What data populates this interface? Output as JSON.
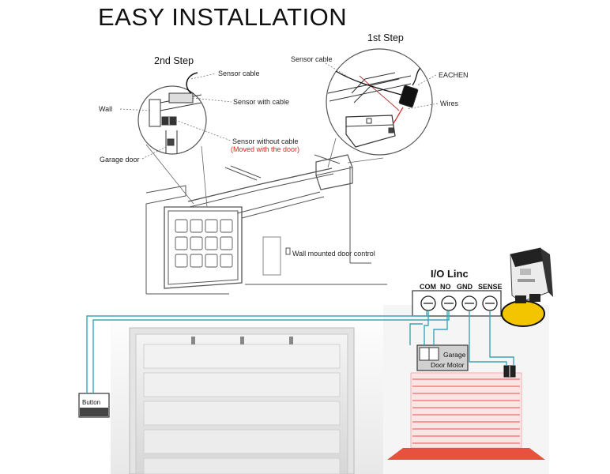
{
  "title": "EASY INSTALLATION",
  "step1": {
    "heading": "1st Step",
    "sensor_cable": "Sensor cable",
    "brand": "EACHEN",
    "wires": "Wires"
  },
  "step2": {
    "heading": "2nd Step",
    "sensor_cable": "Sensor cable",
    "wall": "Wall",
    "sensor_with_cable": "Sensor with cable",
    "sensor_without_cable": "Sensor without cable",
    "moved_note": "(Moved with the door)",
    "garage_door": "Garage door"
  },
  "wall_control": "Wall mounted door control",
  "wiring": {
    "module_name": "I/O Linc",
    "terminals": [
      "COM",
      "NO",
      "GND",
      "SENSE"
    ],
    "button": "Button",
    "motor_line1": "Garage",
    "motor_line2": "Door Motor"
  },
  "colors": {
    "wire": "#3aa6b9",
    "note_red": "#e02020",
    "module_yellow": "#f2c500",
    "door_red": "#f0a0a0"
  }
}
